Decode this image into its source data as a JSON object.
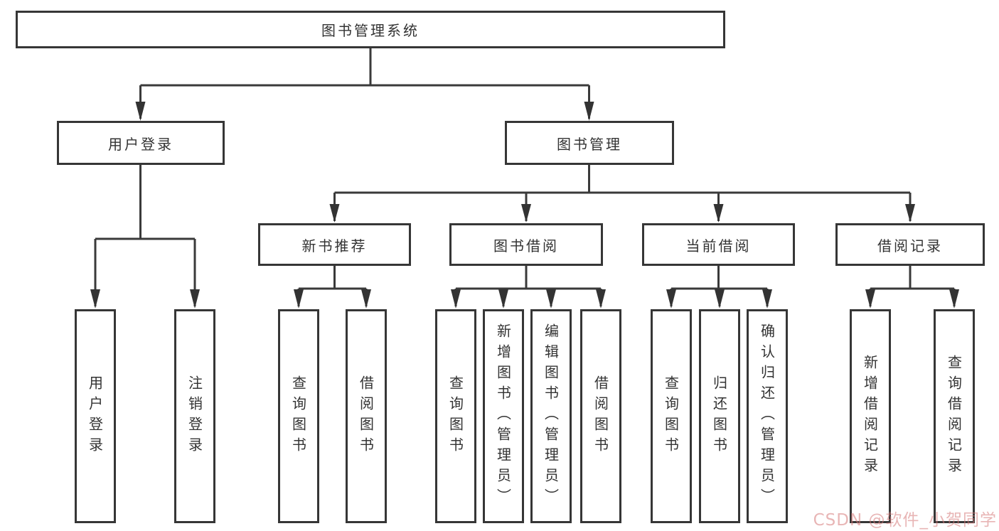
{
  "tree": {
    "root": {
      "label": "图书管理系统"
    },
    "user_login": {
      "label": "用户登录",
      "children": [
        {
          "label": "用户登录"
        },
        {
          "label": "注销登录"
        }
      ]
    },
    "book_mgmt": {
      "label": "图书管理",
      "children": [
        {
          "label": "新书推荐",
          "children": [
            {
              "label": "查询图书"
            },
            {
              "label": "借阅图书"
            }
          ]
        },
        {
          "label": "图书借阅",
          "children": [
            {
              "label": "查询图书"
            },
            {
              "label": "新增图书（管理员）"
            },
            {
              "label": "编辑图书（管理员）"
            },
            {
              "label": "借阅图书"
            }
          ]
        },
        {
          "label": "当前借阅",
          "children": [
            {
              "label": "查询图书"
            },
            {
              "label": "归还图书"
            },
            {
              "label": "确认归还（管理员）"
            }
          ]
        },
        {
          "label": "借阅记录",
          "children": [
            {
              "label": "新增借阅记录"
            },
            {
              "label": "查询借阅记录"
            }
          ]
        }
      ]
    }
  },
  "watermark": {
    "text": "CSDN @软件_小贺同学"
  },
  "colors": {
    "line": "#3a3a3a",
    "border": "#363636",
    "text": "#333333",
    "background": "#ffffff",
    "watermark": "#d67878"
  }
}
